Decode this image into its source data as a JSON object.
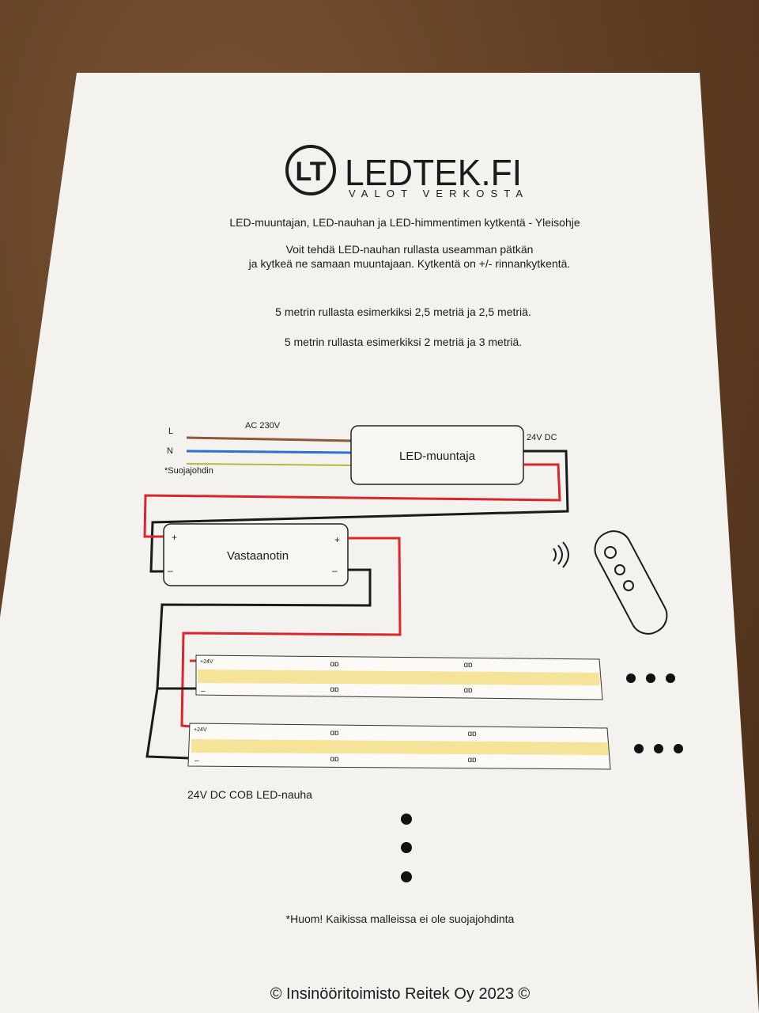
{
  "brand": {
    "logo_text": "LT",
    "name": "LEDTEK.FI",
    "tagline": "VALOT VERKOSTA"
  },
  "heading": "LED-muuntajan, LED-nauhan ja LED-himmentimen kytkentä - Yleisohje",
  "intro_line1": "Voit tehdä LED-nauhan rullasta useamman pätkän",
  "intro_line2": "ja kytkeä ne samaan muuntajaan. Kytkentä on +/- rinnankytkentä.",
  "example1": "5 metrin rullasta esimerkiksi 2,5 metriä ja 2,5 metriä.",
  "example2": "5 metrin rullasta esimerkiksi 2 metriä ja 3 metriä.",
  "diagram": {
    "label_L": "L",
    "label_N": "N",
    "label_earth": "*Suojajohdin",
    "label_ac": "AC 230V",
    "label_dc": "24V DC",
    "transformer": "LED-muuntaja",
    "receiver": "Vastaanotin",
    "plus": "+",
    "minus": "–",
    "strip_plus": "+24V",
    "strip_minus": "–",
    "strip_caption": "24V DC COB LED-nauha",
    "colors": {
      "live": "#8a5a3c",
      "neutral": "#2f6fd0",
      "earth": "#b7b83a",
      "positive": "#d9262c",
      "negative": "#1a1a1a",
      "led": "#f6e39a"
    }
  },
  "note": "*Huom! Kaikissa malleissa ei ole suojajohdinta",
  "footer": "© Insinööritoimisto Reitek Oy 2023 ©"
}
